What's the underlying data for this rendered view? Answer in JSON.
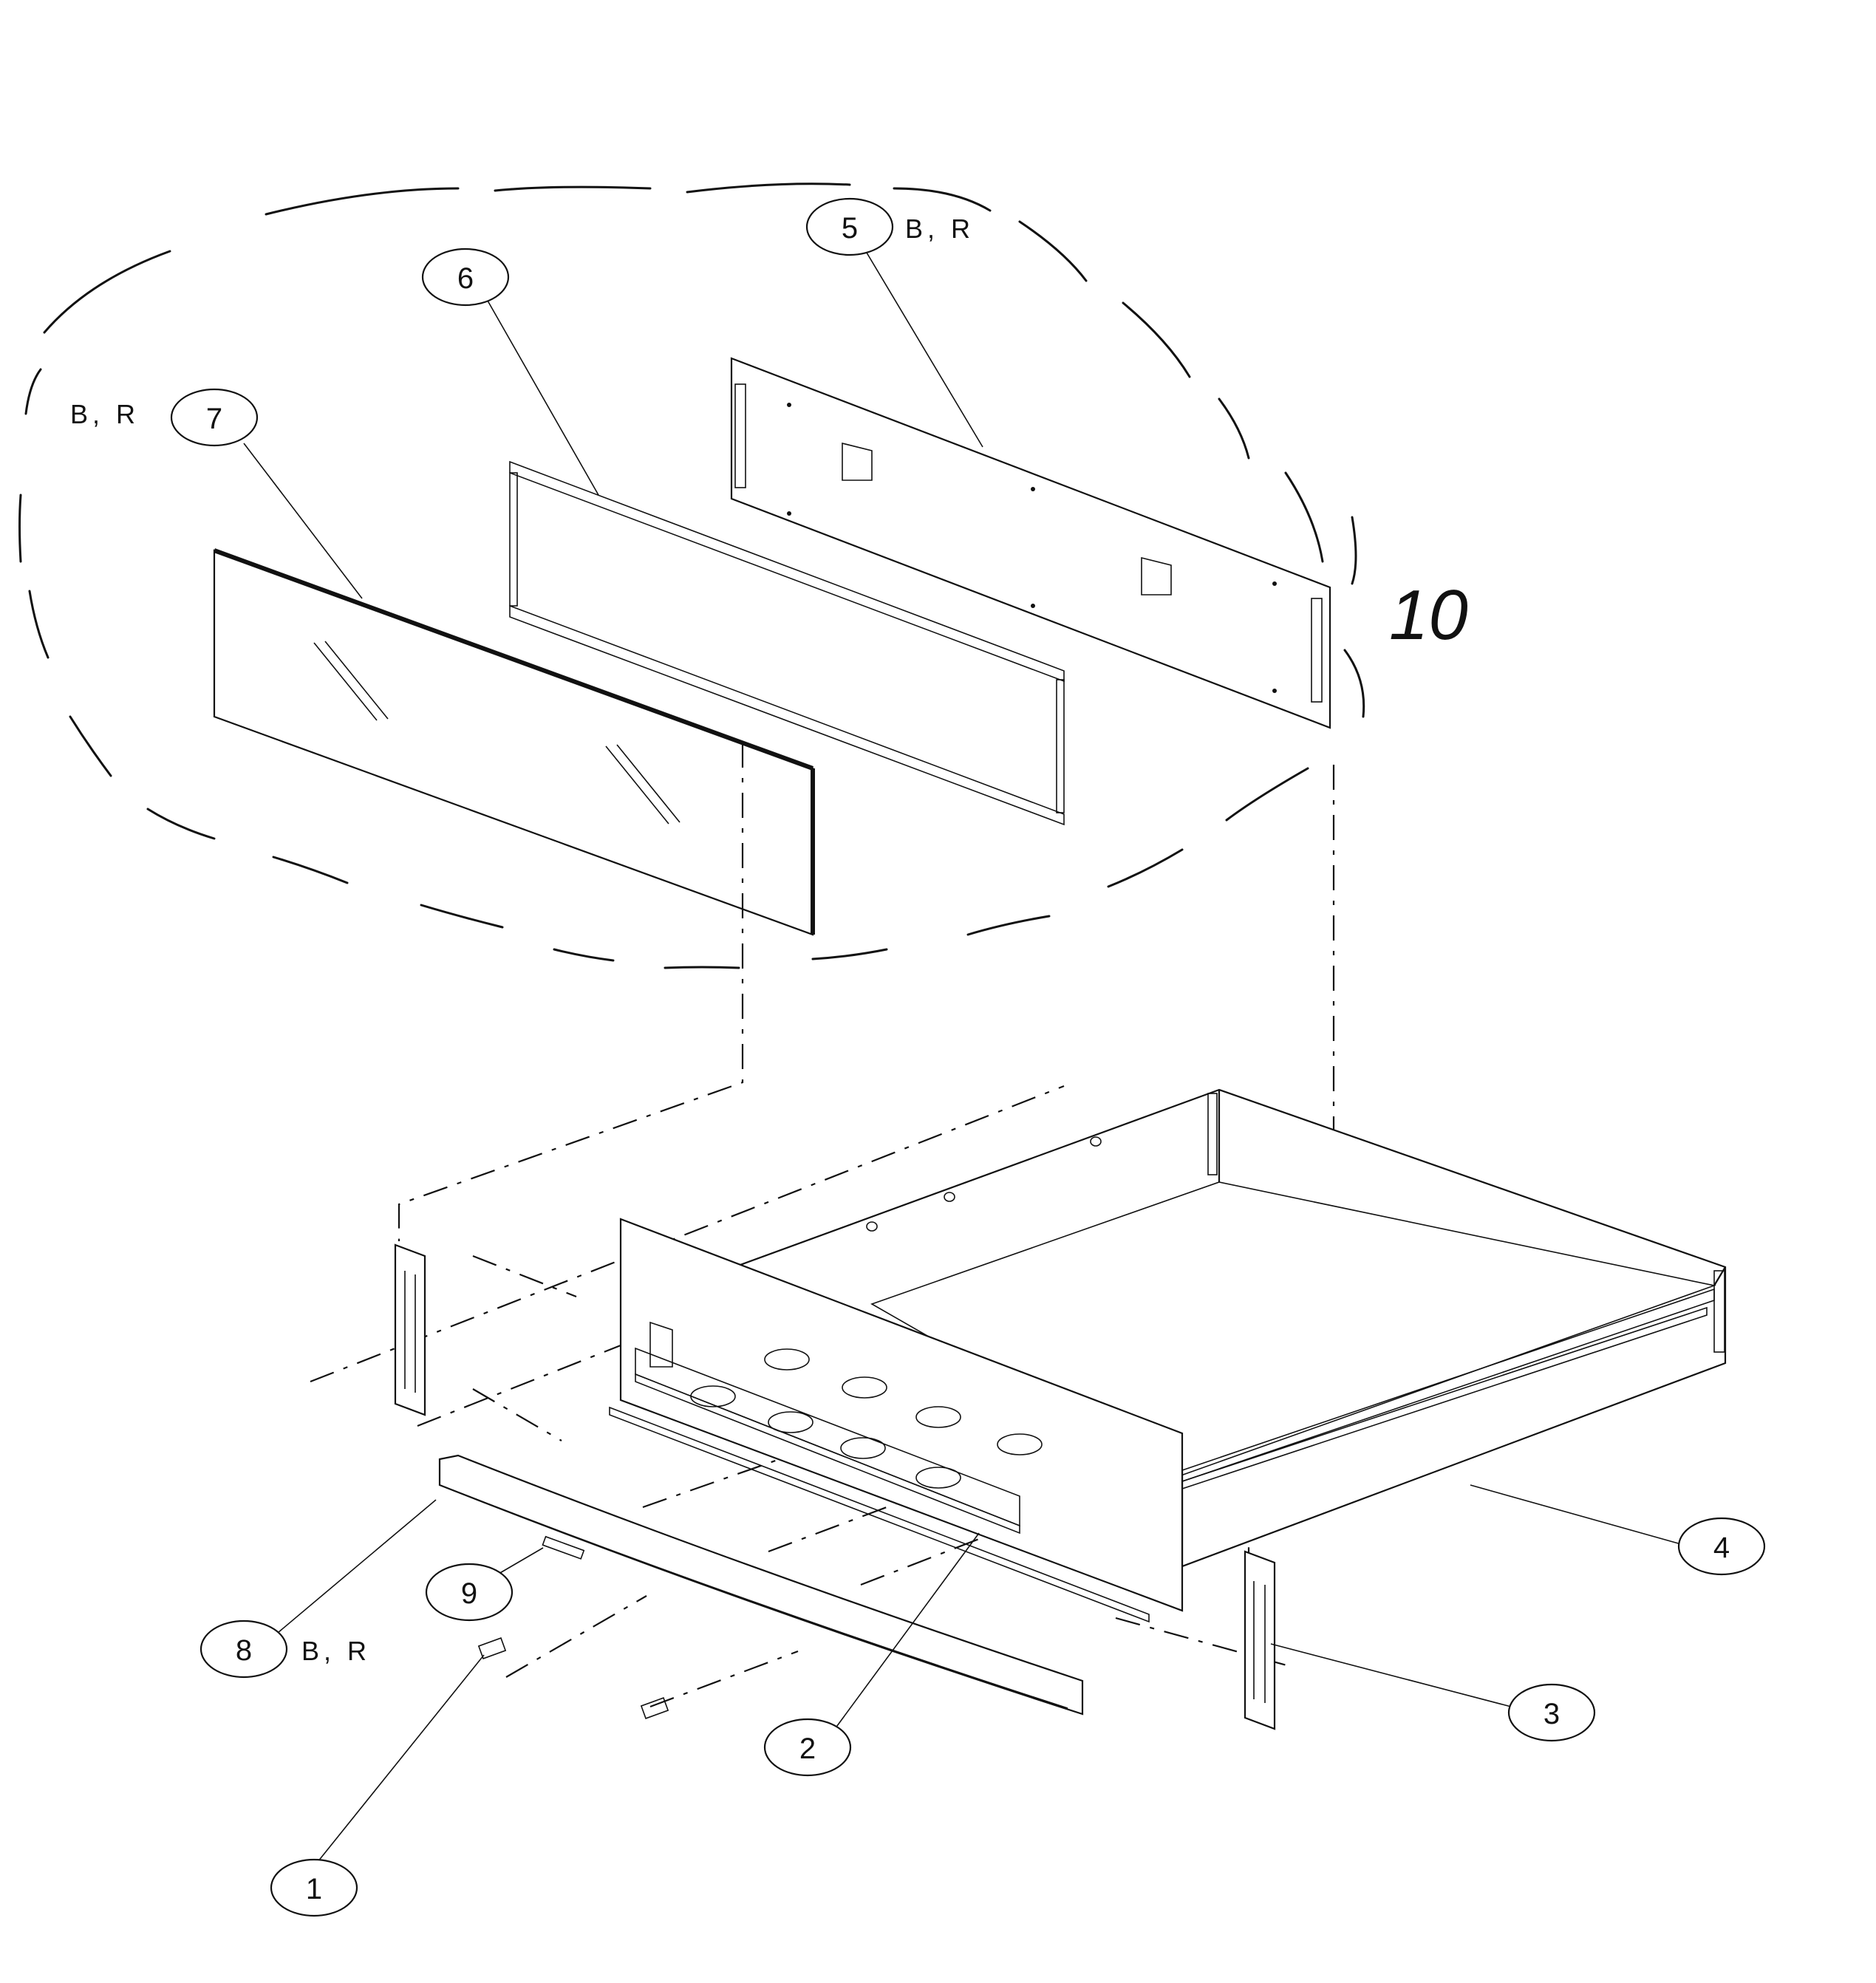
{
  "callouts": [
    {
      "id": "1",
      "suffix": ""
    },
    {
      "id": "2",
      "suffix": ""
    },
    {
      "id": "3",
      "suffix": ""
    },
    {
      "id": "4",
      "suffix": ""
    },
    {
      "id": "5",
      "suffix": "B, R"
    },
    {
      "id": "6",
      "suffix": ""
    },
    {
      "id": "7",
      "prefix": "B, R"
    },
    {
      "id": "8",
      "suffix": "B, R"
    },
    {
      "id": "9",
      "suffix": ""
    }
  ],
  "assembly_label": "10"
}
